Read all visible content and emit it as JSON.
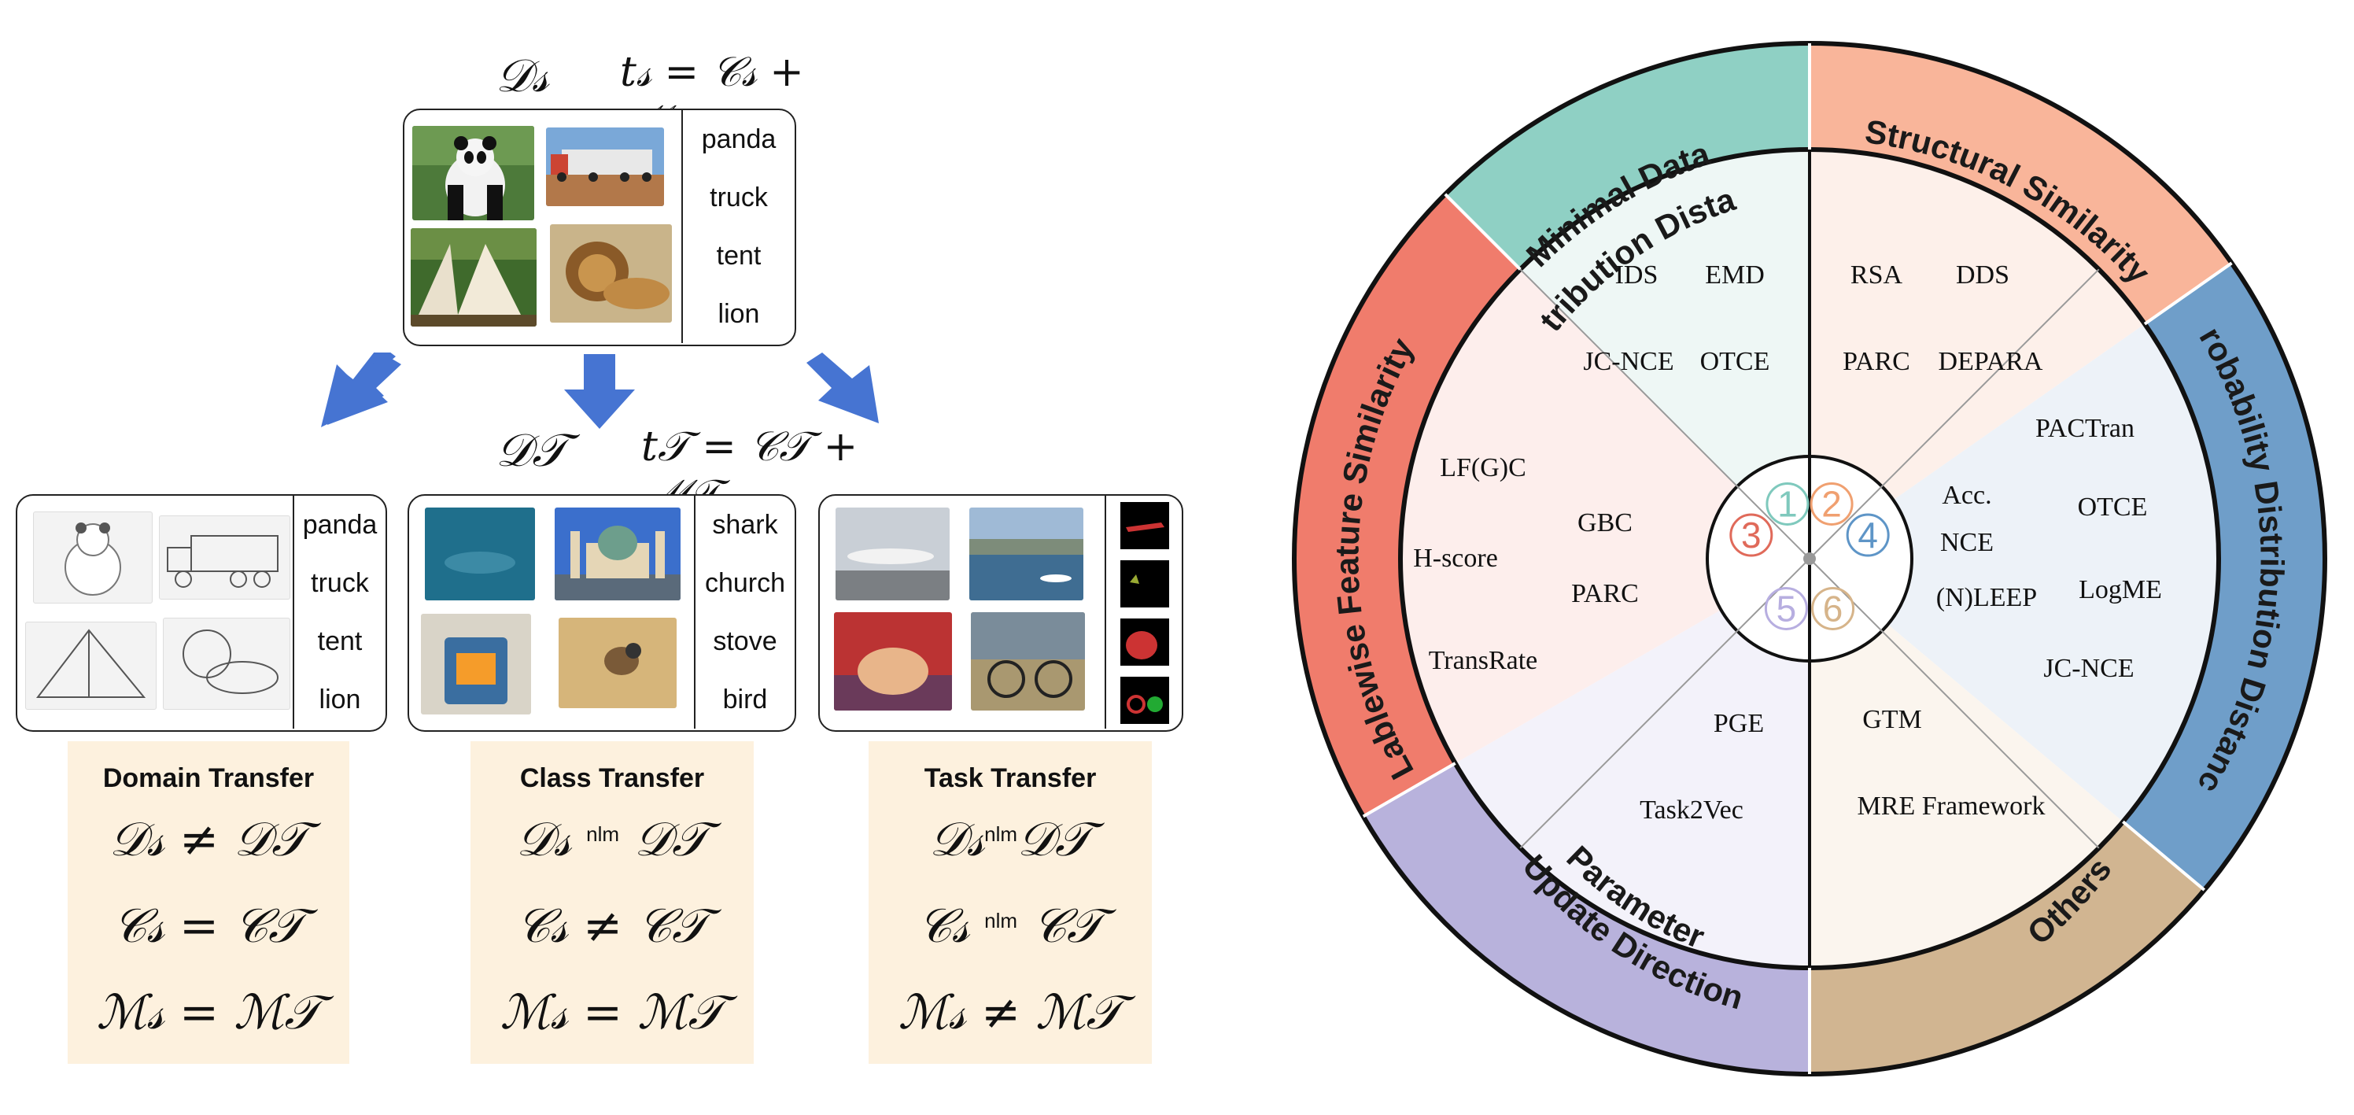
{
  "source": {
    "domain_symbol": "𝒟𝓈",
    "task_formula": "t𝓈 = 𝒞𝓈 + ℳ𝓈",
    "labels": [
      "panda",
      "truck",
      "tent",
      "lion"
    ]
  },
  "target": {
    "domain_symbol": "𝒟𝒯",
    "task_formula": "t𝒯 = 𝒞𝒯 + ℳ𝒯"
  },
  "domain_transfer": {
    "labels": [
      "panda",
      "truck",
      "tent",
      "lion"
    ],
    "title": "Domain Transfer",
    "eq1": "𝒟𝓈 ≠ 𝒟𝒯",
    "eq2": "𝒞𝓈 = 𝒞𝒯",
    "eq3": "ℳ𝓈 = ℳ𝒯"
  },
  "class_transfer": {
    "labels": [
      "shark",
      "church",
      "stove",
      "bird"
    ],
    "title": "Class Transfer",
    "eq1_left": "𝒟𝓈",
    "eq1_op": "nlm",
    "eq1_right": "𝒟𝒯",
    "eq2": "𝒞𝓈 ≠ 𝒞𝒯",
    "eq3": "ℳ𝓈 = ℳ𝒯"
  },
  "task_transfer": {
    "title": "Task Transfer",
    "eq1_left": "𝒟𝓈",
    "eq1_op": "nlm",
    "eq1_right": "𝒟𝒯",
    "eq2_left": "𝒞𝓈",
    "eq2_op": "nlm",
    "eq2_right": "𝒞𝒯",
    "eq3": "ℳ𝓈 ≠ ℳ𝒯"
  },
  "wheel": {
    "ring_labels": {
      "minimal_data_1": "Minimal Data",
      "minimal_data_2": "Distribution Distance",
      "structural": "Structural Similarity",
      "probability": "Probability Distribution Distance",
      "others": "Others",
      "parameter_1": "Parameter",
      "parameter_2": "Update Direction",
      "lablewise": "Lablewise Feature Similarity"
    },
    "numbers": [
      "1",
      "2",
      "3",
      "4",
      "5",
      "6"
    ],
    "sector1": [
      "IDS",
      "EMD",
      "JC-NCE",
      "OTCE"
    ],
    "sector2": [
      "RSA",
      "DDS",
      "PARC",
      "DEPARA"
    ],
    "sector3": [
      "LF(G)C",
      "GBC",
      "H-score",
      "PARC",
      "TransRate"
    ],
    "sector4": [
      "PACTran",
      "Acc.",
      "OTCE",
      "NCE",
      "LogME",
      "(N)LEEP",
      "JC-NCE"
    ],
    "sector5": [
      "PGE",
      "Task2Vec"
    ],
    "sector6": [
      "GTM",
      "MRE Framework"
    ],
    "colors": {
      "teal": "#8fd0c4",
      "peach": "#f9b59a",
      "blue": "#6f9ec9",
      "tan": "#d1b591",
      "lavender": "#b8b2dc",
      "red": "#f07c6c",
      "arrow": "#4674d2"
    }
  }
}
